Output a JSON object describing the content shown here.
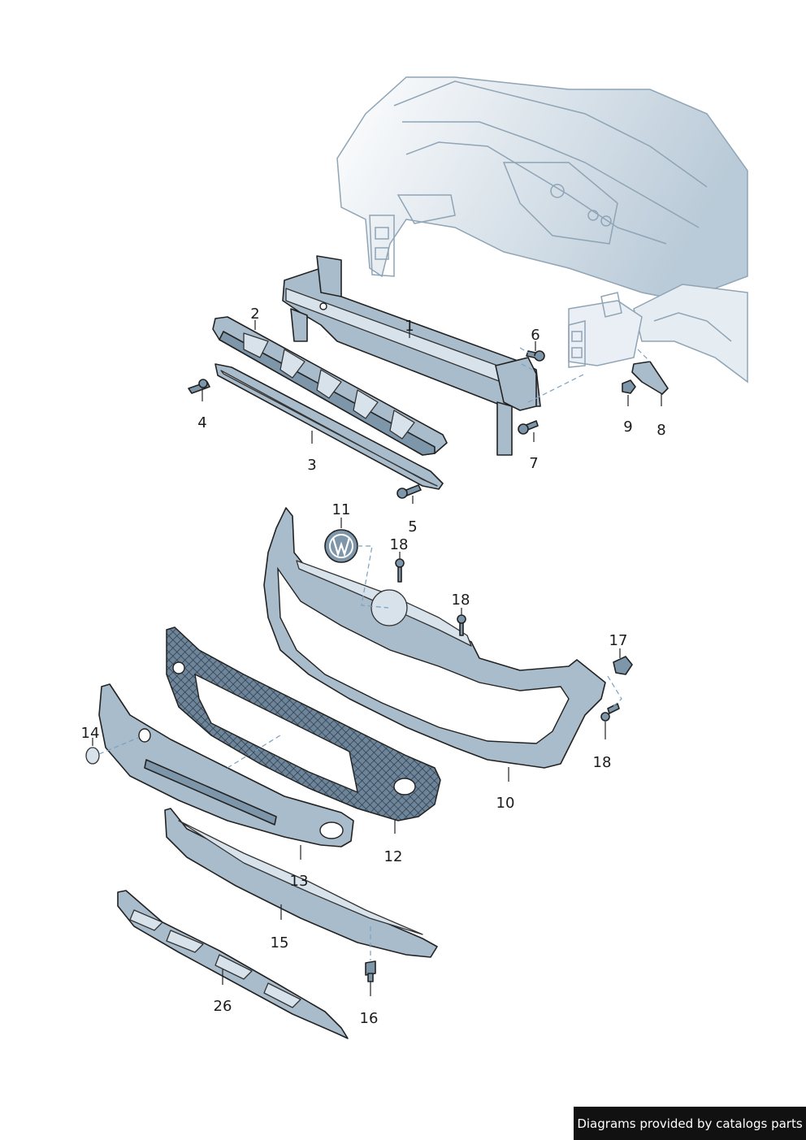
{
  "callouts": [
    {
      "id": "1",
      "label": "1"
    },
    {
      "id": "2",
      "label": "2"
    },
    {
      "id": "3",
      "label": "3"
    },
    {
      "id": "4",
      "label": "4"
    },
    {
      "id": "5",
      "label": "5"
    },
    {
      "id": "6",
      "label": "6"
    },
    {
      "id": "7",
      "label": "7"
    },
    {
      "id": "8",
      "label": "8"
    },
    {
      "id": "9",
      "label": "9"
    },
    {
      "id": "10",
      "label": "10"
    },
    {
      "id": "11",
      "label": "11"
    },
    {
      "id": "12",
      "label": "12"
    },
    {
      "id": "13",
      "label": "13"
    },
    {
      "id": "14",
      "label": "14"
    },
    {
      "id": "15",
      "label": "15"
    },
    {
      "id": "16",
      "label": "16"
    },
    {
      "id": "17",
      "label": "17"
    },
    {
      "id": "18a",
      "label": "18"
    },
    {
      "id": "18b",
      "label": "18"
    },
    {
      "id": "18c",
      "label": "18"
    },
    {
      "id": "26",
      "label": "26"
    }
  ],
  "credit": "Diagrams provided by catalogs parts"
}
